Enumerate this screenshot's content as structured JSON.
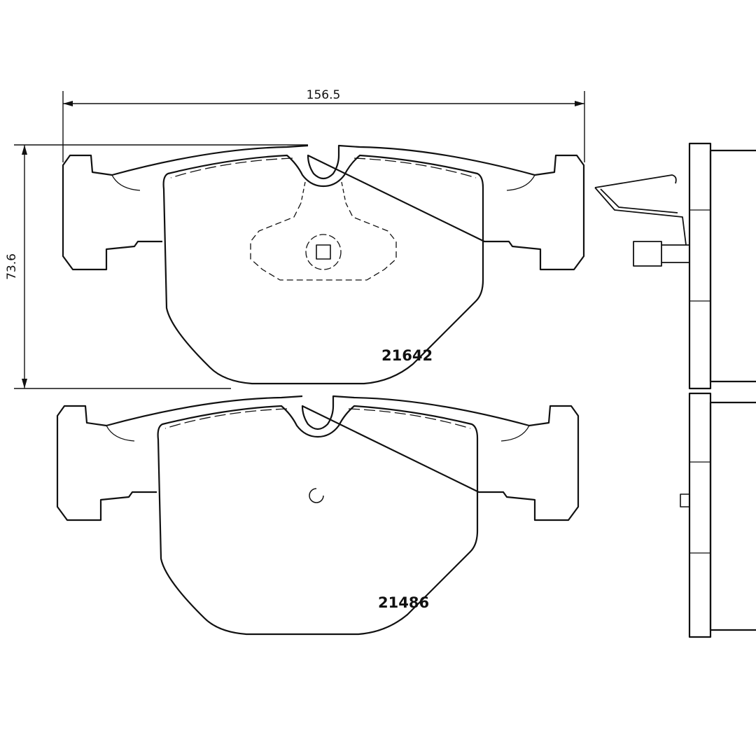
{
  "dimensions": {
    "width_label": "156.5",
    "height_label": "73.6"
  },
  "parts": [
    {
      "number": "21642",
      "position": "top"
    },
    {
      "number": "21486",
      "position": "bottom"
    }
  ],
  "colors": {
    "line": "#111111",
    "background": "#ffffff"
  }
}
